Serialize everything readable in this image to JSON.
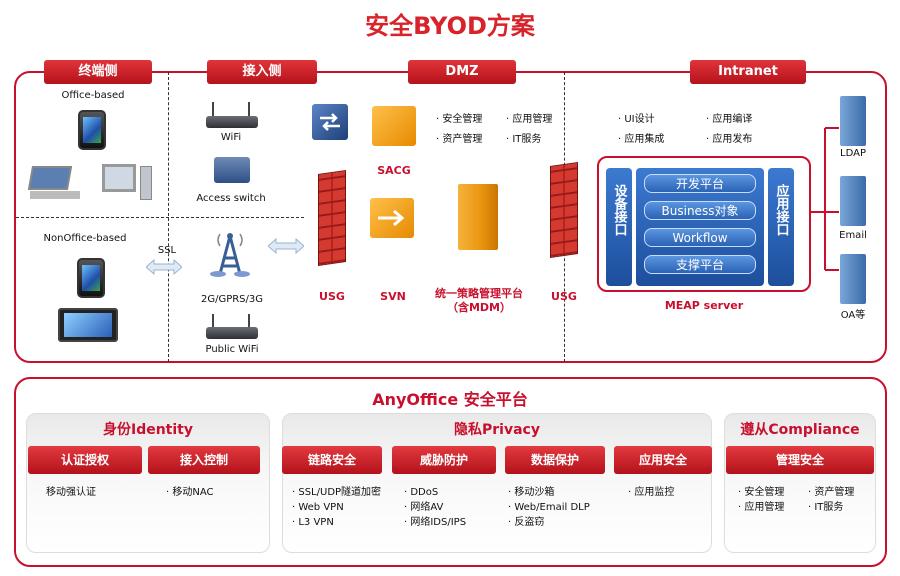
{
  "title": "安全BYOD方案",
  "top": {
    "sections": {
      "endpoint": "终端侧",
      "access": "接入侧",
      "dmz": "DMZ",
      "intranet": "Intranet"
    },
    "endpoint": {
      "office_based": "Office-based",
      "nonoffice_based": "NonOffice-based",
      "ssl": "SSL"
    },
    "access": {
      "wifi": "WiFi",
      "access_switch": "Access switch",
      "mobile_net": "2G/GPRS/3G",
      "public_wifi": "Public WiFi"
    },
    "dmz": {
      "usg_left": "USG",
      "sacg": "SACG",
      "svn": "SVN",
      "usg_right": "USG",
      "policy_platform": "统一策略管理平台",
      "policy_platform_sub": "（含MDM）",
      "features": [
        "· 安全管理",
        "· 应用管理",
        "· 资产管理",
        "· IT服务"
      ]
    },
    "intranet": {
      "features": [
        "· UI设计",
        "· 应用编译",
        "· 应用集成",
        "· 应用发布"
      ],
      "device_interface": "设备接口",
      "app_interface": "应用接口",
      "platform_bars": [
        "开发平台",
        "Business对象",
        "Workflow",
        "支撑平台"
      ],
      "meap_server": "MEAP server",
      "ldap": "LDAP",
      "email": "Email",
      "oa": "OA等"
    }
  },
  "bottom": {
    "title": "AnyOffice 安全平台",
    "identity": {
      "title": "身份Identity",
      "items": [
        {
          "label": "认证授权",
          "details": [
            "移动强认证"
          ]
        },
        {
          "label": "接入控制",
          "details": [
            "· 移动NAC"
          ]
        }
      ]
    },
    "privacy": {
      "title": "隐私Privacy",
      "items": [
        {
          "label": "链路安全",
          "details": [
            "· SSL/UDP隧道加密",
            "· Web VPN",
            "· L3 VPN"
          ]
        },
        {
          "label": "威胁防护",
          "details": [
            "· DDoS",
            "· 网络AV",
            "· 网络IDS/IPS"
          ]
        },
        {
          "label": "数据保护",
          "details": [
            "· 移动沙箱",
            "· Web/Email DLP",
            "· 反盗窃"
          ]
        },
        {
          "label": "应用安全",
          "details": [
            "· 应用监控"
          ]
        }
      ]
    },
    "compliance": {
      "title": "遵从Compliance",
      "items": [
        {
          "label": "管理安全",
          "details": [
            "· 安全管理",
            "· 资产管理",
            "· 应用管理",
            "· IT服务"
          ]
        }
      ]
    }
  },
  "colors": {
    "brand_red": "#c8102e",
    "meap_blue": "#2b62b5",
    "firewall_red": "#d43a2f",
    "dmz_orange": "#f0a020"
  }
}
